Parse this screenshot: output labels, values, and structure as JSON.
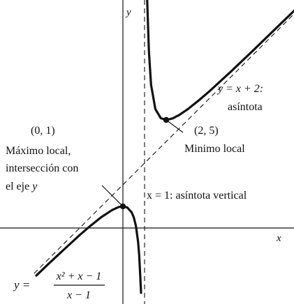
{
  "chart_data": {
    "type": "line",
    "title": "",
    "xlabel": "x",
    "ylabel": "y",
    "xlim": [
      -4.1,
      8.3
    ],
    "ylim": [
      -3.0,
      10.6
    ],
    "function_label": {
      "lhs": "y =",
      "numerator": "x² + x − 1",
      "denominator": "x − 1"
    },
    "series": [
      {
        "role": "curve-left-branch",
        "points": [
          [
            -4.0,
            -2.2
          ],
          [
            -3.5,
            -1.72
          ],
          [
            -3.0,
            -1.25
          ],
          [
            -2.5,
            -0.79
          ],
          [
            -2.0,
            -0.33
          ],
          [
            -1.5,
            0.1
          ],
          [
            -1.0,
            0.5
          ],
          [
            -0.5,
            0.83
          ],
          [
            -0.2,
            0.97
          ],
          [
            0.0,
            1.0
          ],
          [
            0.2,
            0.95
          ],
          [
            0.4,
            0.73
          ],
          [
            0.5,
            0.5
          ],
          [
            0.6,
            0.1
          ],
          [
            0.7,
            -0.63
          ],
          [
            0.75,
            -1.25
          ],
          [
            0.8,
            -2.2
          ],
          [
            0.84,
            -3.0
          ]
        ]
      },
      {
        "role": "curve-right-branch",
        "points": [
          [
            1.12,
            10.6
          ],
          [
            1.2,
            8.2
          ],
          [
            1.3,
            6.63
          ],
          [
            1.5,
            5.5
          ],
          [
            1.75,
            5.08
          ],
          [
            2.0,
            5.0
          ],
          [
            2.3,
            5.07
          ],
          [
            2.6,
            5.23
          ],
          [
            3.0,
            5.5
          ],
          [
            3.5,
            5.9
          ],
          [
            4.0,
            6.33
          ],
          [
            5.0,
            7.25
          ],
          [
            6.0,
            8.2
          ],
          [
            7.0,
            9.17
          ],
          [
            8.0,
            10.14
          ],
          [
            8.3,
            10.43
          ]
        ]
      }
    ],
    "asymptotes": [
      {
        "kind": "oblique",
        "slope": 1,
        "intercept": 2,
        "x_range": [
          -4.1,
          8.3
        ]
      },
      {
        "kind": "vertical",
        "x": 1
      }
    ],
    "points": [
      {
        "name": "local-max",
        "x": 0,
        "y": 1
      },
      {
        "name": "local-min",
        "x": 2,
        "y": 5
      }
    ],
    "annotations": {
      "max_coord": "(0, 1)",
      "max_line1": "Máximo local,",
      "max_line2": "intersección con",
      "max_line3": "el eje",
      "max_line3_var": "y",
      "min_coord": "(2, 5)",
      "min_label": "Minimo local",
      "oblique_label": "y = x + 2:",
      "oblique_desc": "asíntota",
      "vertical_label": "x = 1: asíntota vertical"
    }
  }
}
